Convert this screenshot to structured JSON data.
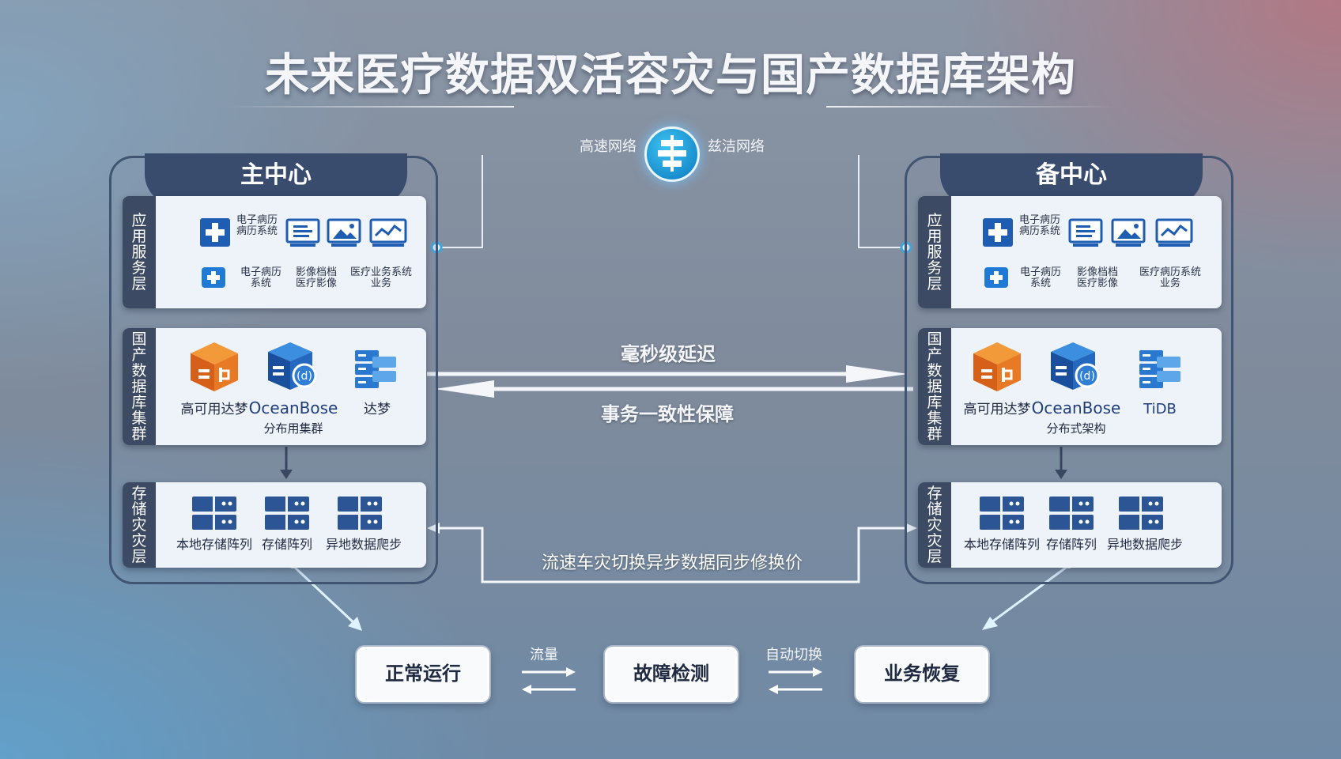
{
  "title": "未来医疗数据双活容灾与国产数据库架构",
  "network": {
    "left_label": "高速网络",
    "right_label": "兹洁网络"
  },
  "main_center": {
    "header": "主中心",
    "app_layer": {
      "side_label": "应用服务层",
      "items": [
        {
          "icon": "hospital-icon",
          "label": "电子病历\n病历系统"
        },
        {
          "icon": "document-monitor-icon",
          "label": ""
        },
        {
          "icon": "image-monitor-icon",
          "label": ""
        },
        {
          "icon": "chart-monitor-icon",
          "label": ""
        },
        {
          "icon": "medical-plus-icon",
          "label": ""
        },
        {
          "icon": "",
          "label": "电子病历\n系统"
        },
        {
          "icon": "",
          "label": "影像档档\n医疗影像"
        },
        {
          "icon": "",
          "label": "医疗业务系统\n业务"
        }
      ]
    },
    "db_layer": {
      "side_label": "国产数据库集群",
      "items": [
        {
          "icon": "orange-cube-icon",
          "label": "高可用达梦",
          "sub": ""
        },
        {
          "icon": "blue-cube-icon",
          "label": "OceanBose",
          "sub": "分布用集群"
        },
        {
          "icon": "server-blocks-icon",
          "label": "达梦",
          "sub": ""
        }
      ]
    },
    "storage_layer": {
      "side_label": "存储灾灾层",
      "items": [
        {
          "icon": "storage-array-icon",
          "label": "本地存储阵列"
        },
        {
          "icon": "storage-array-icon",
          "label": "存储阵列"
        },
        {
          "icon": "storage-array-icon",
          "label": "异地数据爬步"
        }
      ]
    }
  },
  "backup_center": {
    "header": "备中心",
    "app_layer": {
      "side_label": "应用服务层",
      "items": [
        {
          "icon": "hospital-icon",
          "label": "电子病历\n病历系统"
        },
        {
          "icon": "document-monitor-icon",
          "label": ""
        },
        {
          "icon": "image-monitor-icon",
          "label": ""
        },
        {
          "icon": "chart-monitor-icon",
          "label": ""
        },
        {
          "icon": "medical-plus-icon",
          "label": ""
        },
        {
          "icon": "",
          "label": "电子病历\n系统"
        },
        {
          "icon": "",
          "label": "影像档档\n医疗影像"
        },
        {
          "icon": "",
          "label": "医疗病历系统\n业务"
        }
      ]
    },
    "db_layer": {
      "side_label": "国产数据库集群",
      "items": [
        {
          "icon": "orange-cube-icon",
          "label": "高可用达梦",
          "sub": ""
        },
        {
          "icon": "blue-cube-icon",
          "label": "OceanBose",
          "sub": "分布式架构"
        },
        {
          "icon": "server-blocks-icon",
          "label": "TiDB",
          "sub": ""
        }
      ]
    },
    "storage_layer": {
      "side_label": "存储灾灾层",
      "items": [
        {
          "icon": "storage-array-icon",
          "label": "本地存储阵列"
        },
        {
          "icon": "storage-array-icon",
          "label": "存储阵列"
        },
        {
          "icon": "storage-array-icon",
          "label": "异地数据爬步"
        }
      ]
    }
  },
  "links": {
    "top_label": "毫秒级延迟",
    "bottom_label": "事务一致性保障",
    "sync_label": "流速车灾切换异步数据同步修换价"
  },
  "process": {
    "steps": [
      "正常运行",
      "故障检测",
      "业务恢复"
    ],
    "transitions": [
      "流量",
      "自动切换"
    ]
  },
  "colors": {
    "panel_dark": "#394c6e",
    "panel_light": "#eef3fa",
    "icon_blue": "#1f5db3",
    "icon_orange": "#e0701e"
  }
}
